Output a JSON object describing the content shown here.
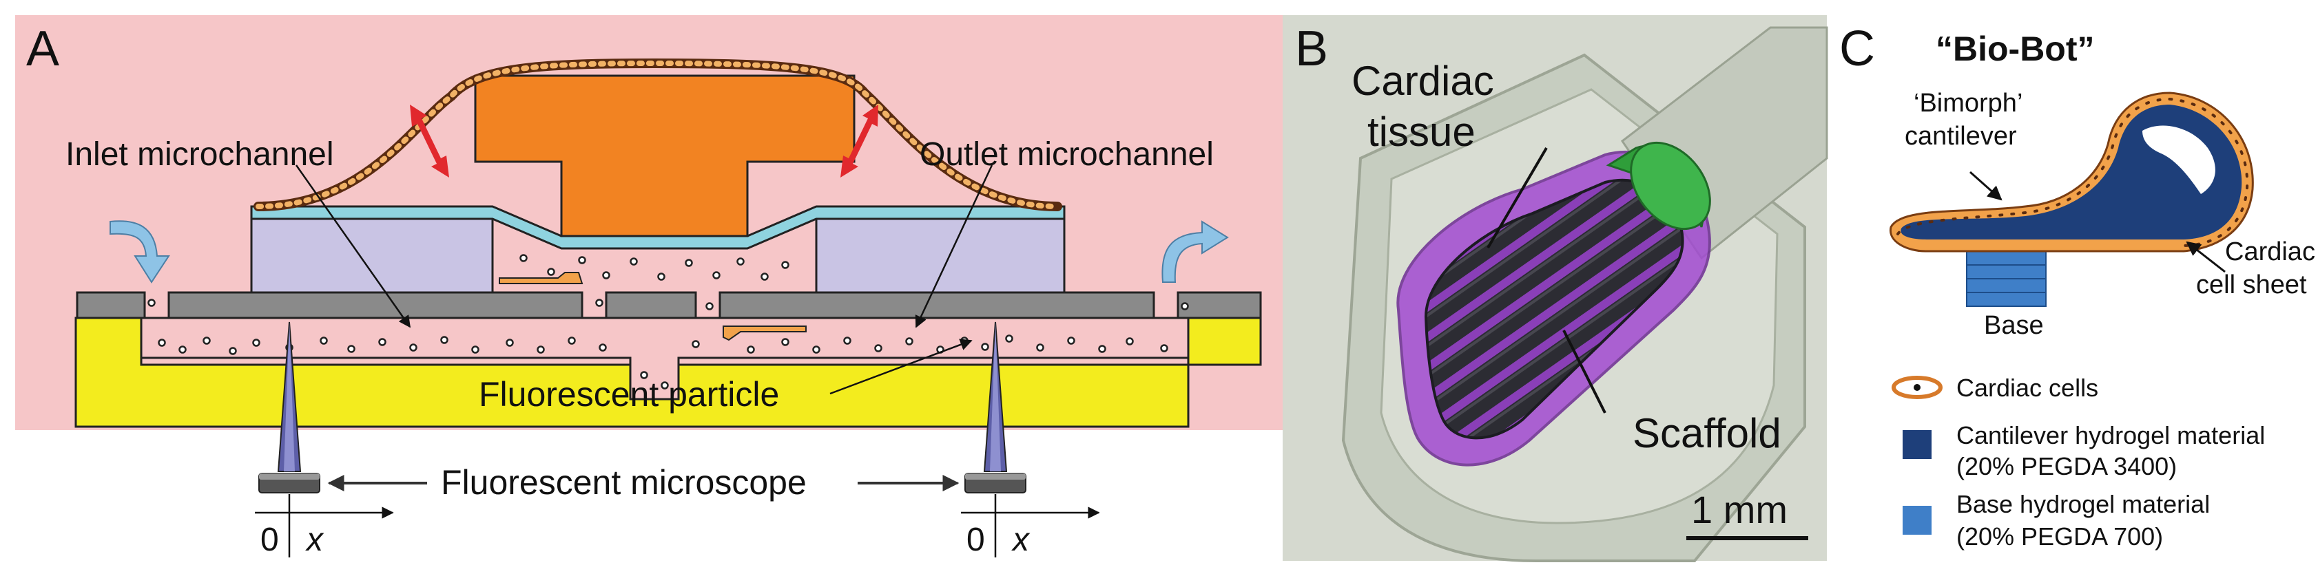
{
  "panel_a": {
    "letter": "A",
    "inlet_label": "Inlet microchannel",
    "outlet_label": "Outlet microchannel",
    "particle_label": "Fluorescent particle",
    "microscope_label": "Fluorescent microscope",
    "axis_zero_left": "0",
    "axis_x_left": "x",
    "axis_zero_right": "0",
    "axis_x_right": "x",
    "colors": {
      "background": "#f6c6c8",
      "substrate": "#f3ec1e",
      "chamber": "#c9c4e4",
      "membrane": "#8fd3df",
      "post": "#f28322",
      "plate": "#8a8a8a",
      "red_arrow": "#e1282d",
      "blue_arrow": "#8ec3e6"
    }
  },
  "panel_b": {
    "letter": "B",
    "tissue_label_line1": "Cardiac",
    "tissue_label_line2": "tissue",
    "scaffold_label": "Scaffold",
    "scale_label": "1 mm",
    "colors": {
      "tissue": "#a24bd1",
      "cap": "#2f9e3a",
      "scaffold": "#2a2a30"
    }
  },
  "panel_c": {
    "letter": "C",
    "title": "“Bio-Bot”",
    "bimorph_line1": "‘Bimorph’",
    "bimorph_line2": "cantilever",
    "cell_sheet_line1": "Cardiac",
    "cell_sheet_line2": "cell sheet",
    "base_label": "Base",
    "legend": [
      {
        "label": "Cardiac cells",
        "sub": "",
        "icon": "cell-icon"
      },
      {
        "label": "Cantilever hydrogel material",
        "sub": "(20% PEGDA 3400)",
        "color": "#1e3f7a"
      },
      {
        "label": "Base hydrogel material",
        "sub": "(20% PEGDA 700)",
        "color": "#3f7fc8"
      }
    ]
  }
}
